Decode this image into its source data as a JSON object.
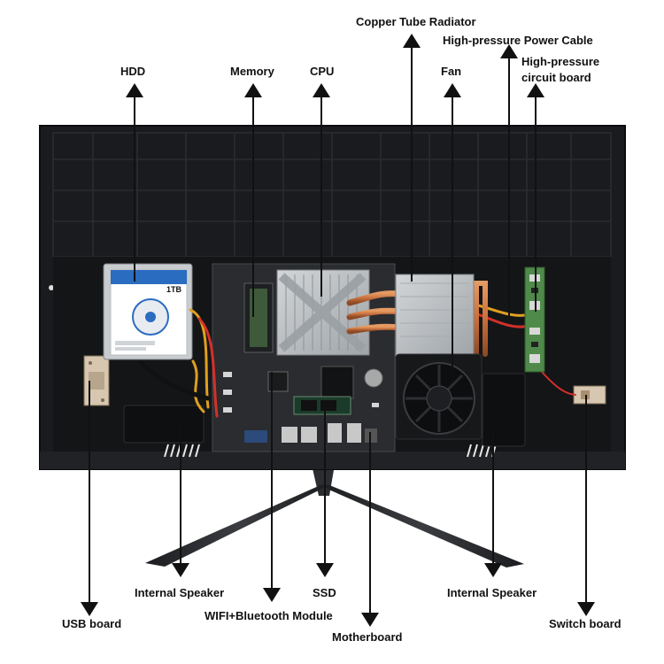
{
  "labels": {
    "hdd": "HDD",
    "memory": "Memory",
    "cpu": "CPU",
    "copper_tube_radiator": "Copper Tube Radiator",
    "high_pressure_power_cable": "High-pressure Power Cable",
    "fan": "Fan",
    "high_pressure_circuit_board_line1": "High-pressure",
    "high_pressure_circuit_board_line2": "circuit board",
    "internal_speaker_left": "Internal Speaker",
    "usb_board": "USB board",
    "wifi_bluetooth_module": "WIFI+Bluetooth Module",
    "ssd": "SSD",
    "motherboard": "Motherboard",
    "internal_speaker_right": "Internal Speaker",
    "switch_board": "Switch board"
  },
  "hdd_sticker": {
    "capacity": "1TB"
  },
  "colors": {
    "background": "#ffffff",
    "chassis": "#1a1b1e",
    "motherboard": "#2a2c2f",
    "heatsink": "#bfc3c6",
    "copper": "#c8703e",
    "hdd_sticker": "#ffffff",
    "hdd_sticker_accent": "#2a6cc0",
    "circuit_board_green": "#4f8a4a",
    "label_text": "#111111"
  }
}
